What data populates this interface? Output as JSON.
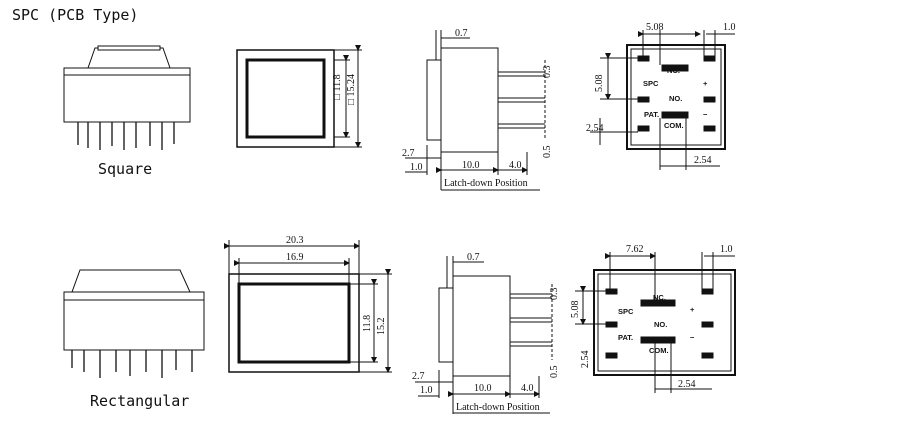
{
  "title": "SPC (PCB Type)",
  "captions": {
    "square": "Square",
    "rectangular": "Rectangular"
  },
  "square": {
    "front_dims": [
      "□ 11.8",
      "□ 15.24"
    ],
    "side_dims": [
      "0.7",
      "0.3",
      "0.5",
      "2.7",
      "1.0",
      "10.0",
      "4.0"
    ],
    "side_note": "Latch-down Position",
    "pcb_dims": [
      "5.08",
      "1.0",
      "5.08",
      "2.54",
      "2.54"
    ],
    "pin_labels": [
      "NC.",
      "SPC",
      "+",
      "NO.",
      "PAT.",
      "COM.",
      "−"
    ]
  },
  "rectangular": {
    "front_dims": [
      "20.3",
      "16.9",
      "11.8",
      "15.2"
    ],
    "side_dims": [
      "0.7",
      "0.3",
      "0.5",
      "2.7",
      "1.0",
      "10.0",
      "4.0"
    ],
    "side_note": "Latch-down Position",
    "pcb_dims": [
      "7.62",
      "1.0",
      "5.08",
      "2.54",
      "2.54"
    ],
    "pin_labels": [
      "NC.",
      "SPC",
      "+",
      "NO.",
      "PAT.",
      "COM.",
      "−"
    ]
  }
}
